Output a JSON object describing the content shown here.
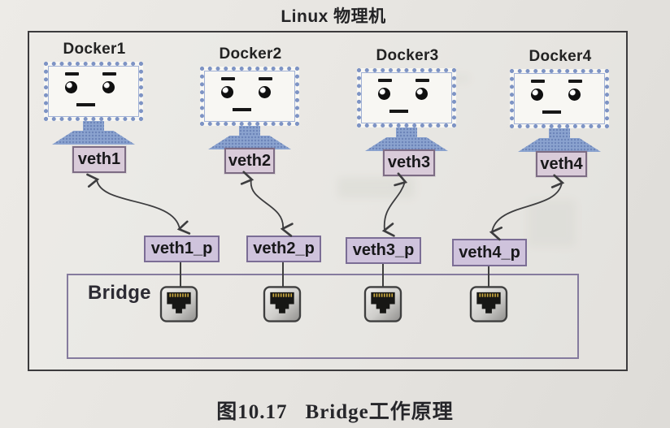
{
  "title": "Linux 物理机",
  "host_box": {
    "description_label": "Linux physical machine boundary"
  },
  "containers": [
    {
      "label": "Docker1",
      "veth": "veth1",
      "veth_p": "veth1_p"
    },
    {
      "label": "Docker2",
      "veth": "veth2",
      "veth_p": "veth2_p"
    },
    {
      "label": "Docker3",
      "veth": "veth3",
      "veth_p": "veth3_p"
    },
    {
      "label": "Docker4",
      "veth": "veth4",
      "veth_p": "veth4_p"
    }
  ],
  "bridge": {
    "label": "Bridge",
    "port_count": 4,
    "port_icon": "rj45-port-icon"
  },
  "caption": {
    "figure_number": "图10.17",
    "figure_title": "Bridge工作原理"
  },
  "icons": {
    "container_icon": "computer-monitor-face-icon",
    "connection": "double-headed-curved-arrow"
  },
  "colors": {
    "paper_background": "#e7e5e1",
    "monitor_blue": "#7d93c4",
    "stand_blue": "#8ba3cf",
    "veth_fill": "#d9cbd9",
    "veth_border": "#7d6c84",
    "veth_p_fill": "#cfc3dc",
    "veth_p_border": "#7b6d95",
    "bridge_border": "#857b9e",
    "outer_border": "#3c3b3d",
    "port_pin_gold": "#c9a83f",
    "arrow_stroke": "#3d3d3f"
  }
}
